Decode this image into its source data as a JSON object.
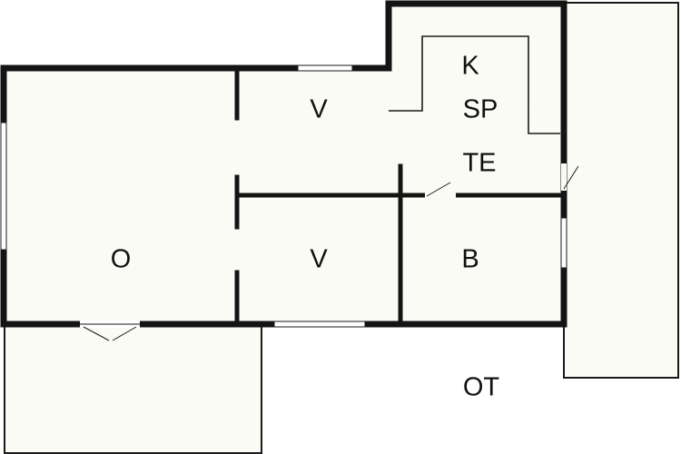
{
  "floor_plan": {
    "colors": {
      "wall": "#141414",
      "floor": "#fbfbf6",
      "outline": "#1a1a1a",
      "window": "#ffffff",
      "background": "#ffffff"
    },
    "rooms": {
      "living_room": "O",
      "room_upper": "V",
      "room_lower": "V",
      "kitchen": "K",
      "sauna": "SP",
      "washroom": "TE",
      "bathroom": "B",
      "terrace": "OT"
    }
  }
}
